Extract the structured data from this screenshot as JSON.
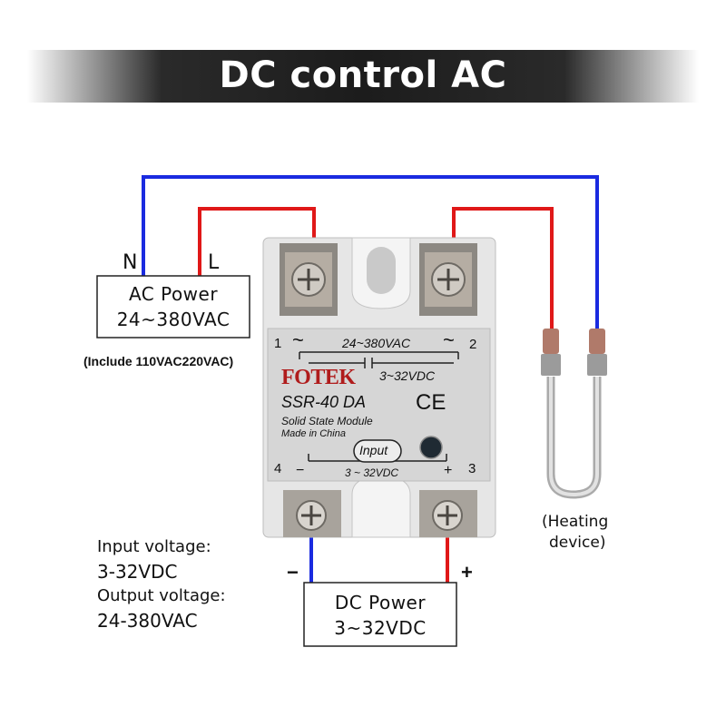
{
  "title": "DC control AC",
  "ac_power": {
    "n_label": "N",
    "l_label": "L",
    "line1": "AC Power",
    "line2": "24~380VAC",
    "note": "(Include 110VAC220VAC)"
  },
  "relay": {
    "terminal_1": "1",
    "terminal_2": "2",
    "terminal_3": "3",
    "terminal_4": "4",
    "tilde": "~",
    "ac_range": "24~380VAC",
    "dc_range": "3~32VDC",
    "brand": "FOTEK",
    "model": "SSR-40 DA",
    "ce": "CE",
    "module": "Solid State Module",
    "origin": "Made in China",
    "input_label": "Input",
    "input_range": "3 ~ 32VDC",
    "minus": "−",
    "plus": "+"
  },
  "dc_power": {
    "minus": "−",
    "plus": "+",
    "line1": "DC Power",
    "line2": "3~32VDC"
  },
  "heater": {
    "line1": "(Heating",
    "line2": "device)"
  },
  "specs": {
    "input_label": "Input voltage:",
    "input_value": "3-32VDC",
    "output_label": "Output voltage:",
    "output_value": "24-380VAC"
  },
  "colors": {
    "neutral_wire": "#1a2be0",
    "live_wire": "#e01818",
    "relay_body": "#e9e9e9",
    "relay_label": "#d0d0d0"
  }
}
